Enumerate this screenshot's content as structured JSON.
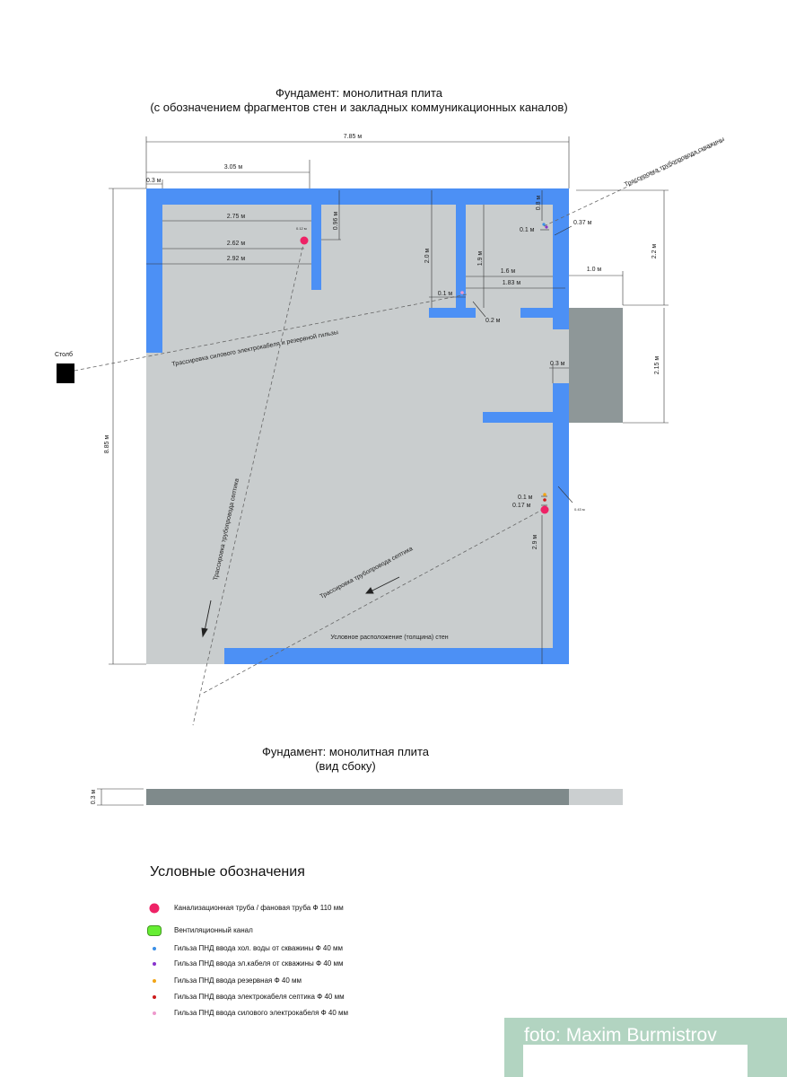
{
  "titles": {
    "top_line1": "Фундамент: монолитная плита",
    "top_line2": "(с обозначением фрагментов стен и закладных коммуникационных каналов)",
    "side_line1": "Фундамент: монолитная плита",
    "side_line2": "(вид сбоку)"
  },
  "dimensions": {
    "overall_width": "7.85 м",
    "left_segment": "3.05 м",
    "wall_offset": "0.3 м",
    "inner_2_75": "2.75 м",
    "inner_2_62": "2.62 м",
    "inner_2_92": "2.92 м",
    "small_0_12": "0.12 м",
    "v_0_96": "0.96 м",
    "v_2_0": "2.0 м",
    "v_1_9": "1.9 м",
    "h_1_6": "1.6 м",
    "h_1_83": "1.83 м",
    "h_0_1_mid": "0.1 м",
    "h_0_2": "0.2 м",
    "v_0_8": "0.8 м",
    "h_0_1_top": "0.1 м",
    "h_0_37": "0.37 м",
    "v_2_2": "2.2 м",
    "h_1_0": "1.0 м",
    "v_2_15": "2.15 м",
    "h_0_3_right": "0.3 м",
    "overall_height": "8.85 м",
    "h_0_1_low": "0.1 м",
    "h_0_17": "0.17 м",
    "small_0_43": "0.43 м",
    "v_2_9": "2.9 м",
    "thickness": "0.3 м"
  },
  "labels": {
    "pole": "Столб",
    "route_well": "Трассировка трубопровода скважины",
    "route_power": "Трассировка силового электрокабеля и резервной гильзы",
    "route_septic_1": "Трассировка трубопровода септика",
    "route_septic_2": "Трассировка трубопровода септика",
    "walls_note": "Условное расположение (толщина) стен"
  },
  "legend": {
    "title": "Условные обозначения",
    "items": [
      {
        "label": "Канализационная труба / фановая труба Ф 110 мм",
        "color": "#ee2266",
        "size": 11
      },
      {
        "label": "Вентиляционный канал",
        "color": "#66ee33",
        "size": 10
      },
      {
        "label": "Гильза ПНД ввода хол. воды от скважины Ф 40 мм",
        "color": "#3a8fe6",
        "size": 4
      },
      {
        "label": "Гильза ПНД ввода эл.кабеля от скважины Ф 40 мм",
        "color": "#8833cc",
        "size": 4
      },
      {
        "label": "Гильза ПНД ввода резервная Ф 40 мм",
        "color": "#f2a516",
        "size": 4
      },
      {
        "label": "Гильза ПНД ввода электрокабеля септика Ф 40 мм",
        "color": "#cc1c1c",
        "size": 4
      },
      {
        "label": "Гильза ПНД ввода силового электрокабеля Ф 40 мм",
        "color": "#ee99cc",
        "size": 4
      }
    ]
  },
  "colors": {
    "slab": "#c9cdce",
    "wall": "#4c90f5",
    "terrace": "#8e9798",
    "side_dark": "#7f8a8b",
    "side_light": "#cbcfd0",
    "pipe_pink": "#ee2266"
  },
  "watermark": "foto: Maxim Burmistrov"
}
